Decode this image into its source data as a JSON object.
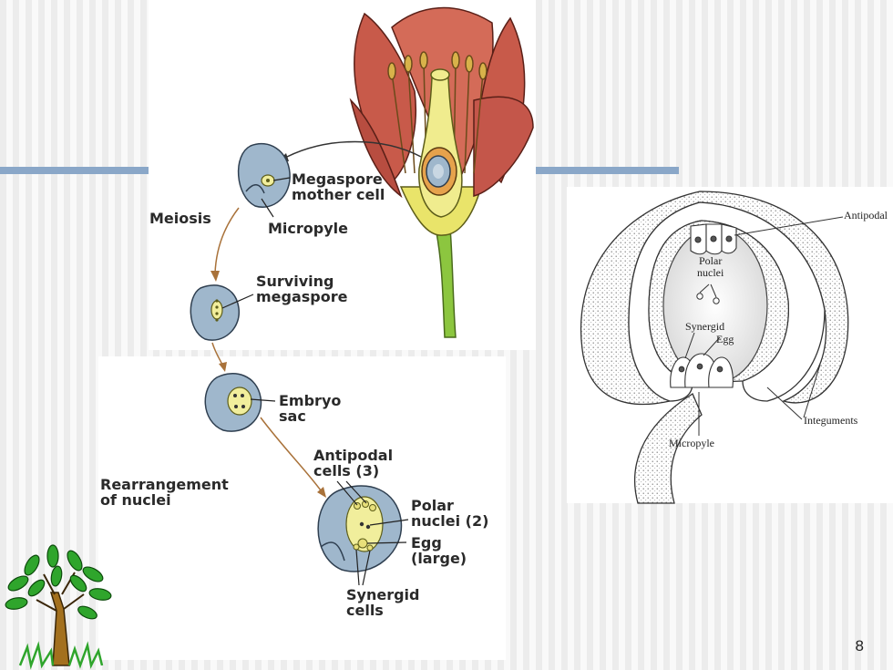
{
  "page_number": "8",
  "diagram_left": {
    "labels": {
      "meiosis": "Meiosis",
      "megaspore_mother_cell": "Megaspore\nmother cell",
      "micropyle": "Micropyle",
      "surviving_megaspore": "Surviving\nmegaspore",
      "embryo_sac": "Embryo\nsac",
      "rearrangement": "Rearrangement\nof nuclei",
      "antipodal_cells": "Antipodal\ncells (3)",
      "polar_nuclei": "Polar\nnuclei (2)",
      "egg": "Egg\n(large)",
      "synergid_cells": "Synergid\ncells"
    }
  },
  "diagram_right": {
    "labels": {
      "antipodal": "Antipodal",
      "polar_nuclei": "Polar\nnuclei",
      "synergid": "Synergid",
      "egg": "Egg",
      "integuments": "Integuments",
      "micropyle": "Micropyle"
    }
  },
  "colors": {
    "petal": "#c85a4a",
    "stem": "#8cc63f",
    "ovule": "#9fb7cc",
    "embryo_sac": "#f1ee9c",
    "accent_bar": "#8aa7c8"
  }
}
